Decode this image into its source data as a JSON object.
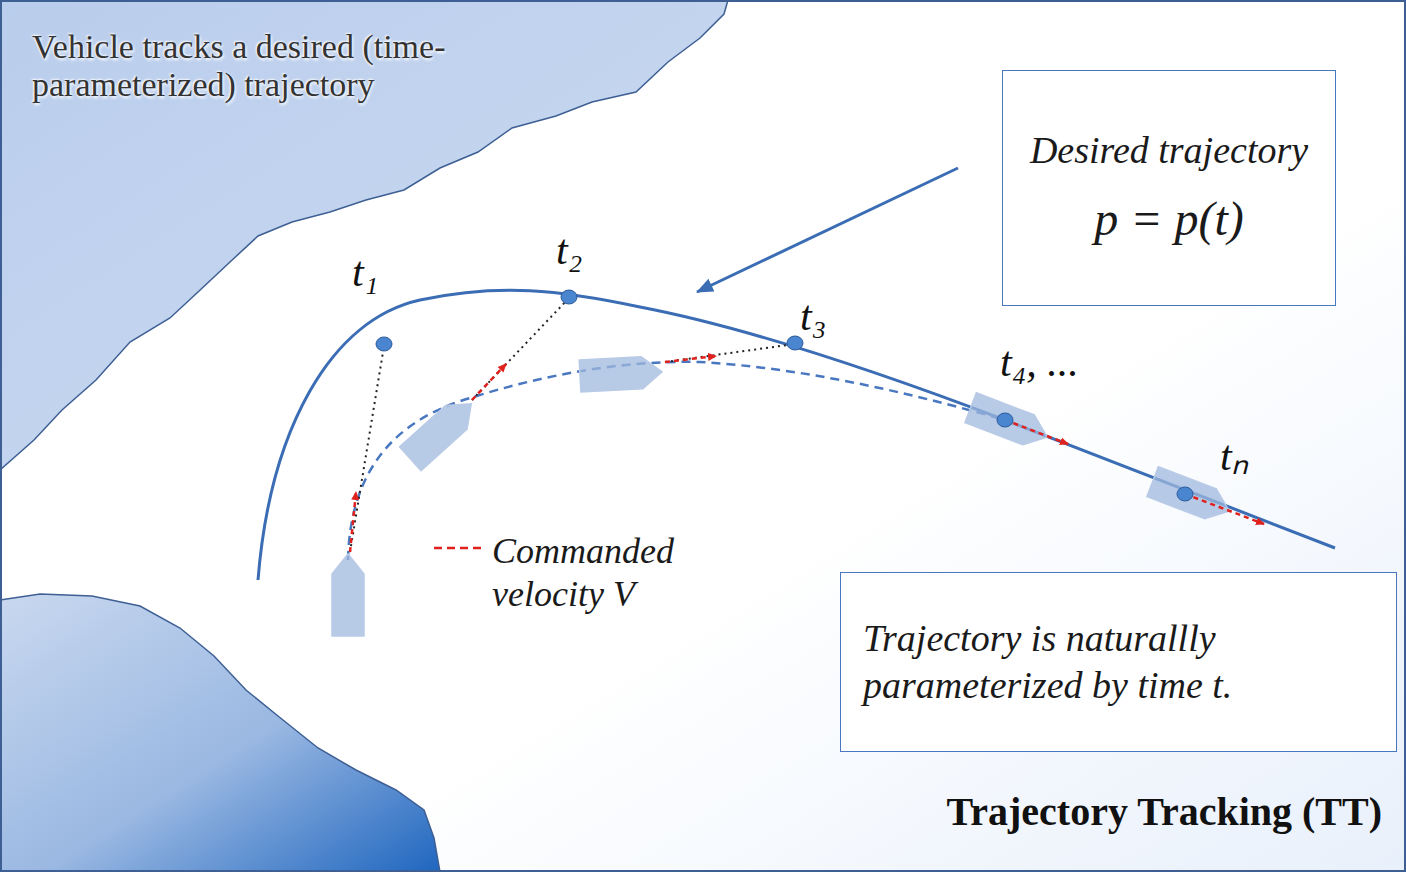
{
  "diagram": {
    "title": "Trajectory Tracking (TT)",
    "nodes": [
      {
        "text": [
          "Desired trajectory",
          "p = p(t)"
        ]
      },
      {
        "text": [
          "Trajectory is naturallly parameterized by time t."
        ]
      }
    ],
    "labels": [
      "Vehicle tracks a desired (time-parameterized) trajectory",
      "t₁",
      "t₂",
      "t₃",
      "t₄, ...",
      "tₙ"
    ],
    "legend": [
      {
        "text": "Commanded velocity V"
      }
    ]
  }
}
